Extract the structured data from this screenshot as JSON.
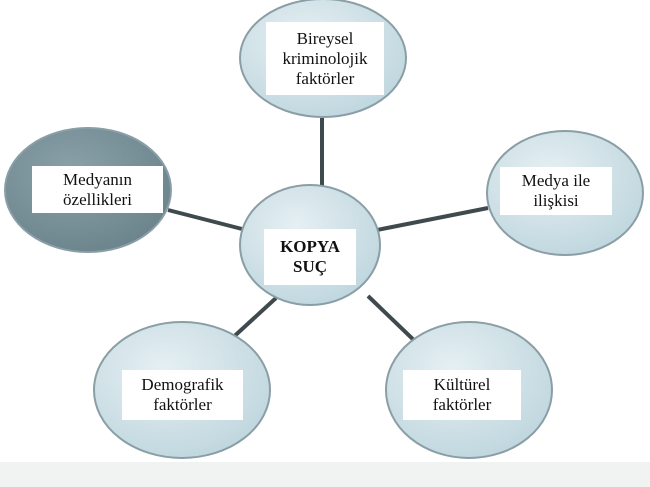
{
  "center": {
    "label": "KOPYA\nSUÇ"
  },
  "nodes": [
    {
      "label": "Bireysel\nkriminolojik\nfaktörler"
    },
    {
      "label": "Medyanın\nözellikleri"
    },
    {
      "label": "Medya ile\nilişkisi"
    },
    {
      "label": "Demografik\nfaktörler"
    },
    {
      "label": "Kültürel\nfaktörler"
    }
  ],
  "colors": {
    "light_node": "#cfe2e8",
    "dark_node": "#7b939b",
    "stroke": "#8a9ea6",
    "connector": "#3f4a4e"
  }
}
